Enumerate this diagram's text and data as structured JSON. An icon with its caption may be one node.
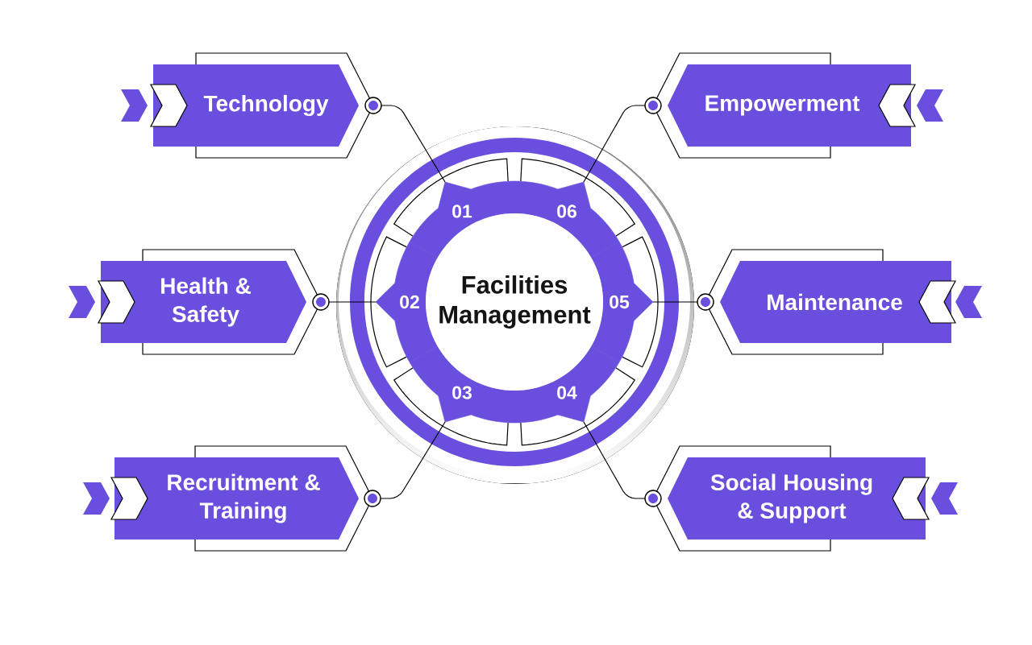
{
  "diagram": {
    "nodes": [
      {
        "text": [
          "Facilities Management"
        ]
      },
      {
        "text": [
          "01"
        ]
      },
      {
        "text": [
          "02"
        ]
      },
      {
        "text": [
          "03"
        ]
      },
      {
        "text": [
          "04"
        ]
      },
      {
        "text": [
          "05"
        ]
      },
      {
        "text": [
          "06"
        ]
      },
      {
        "text": [
          "Technology"
        ]
      },
      {
        "text": [
          "Health & Safety"
        ]
      },
      {
        "text": [
          "Recruitment & Training"
        ]
      },
      {
        "text": [
          "Social Housing & Support"
        ]
      },
      {
        "text": [
          "Maintenance"
        ]
      },
      {
        "text": [
          "Empowerment"
        ]
      }
    ],
    "edges": [
      {
        "from": 7,
        "to": 1,
        "arrow": "none"
      },
      {
        "from": 8,
        "to": 2,
        "arrow": "none"
      },
      {
        "from": 9,
        "to": 3,
        "arrow": "none"
      },
      {
        "from": 10,
        "to": 4,
        "arrow": "none"
      },
      {
        "from": 11,
        "to": 5,
        "arrow": "none"
      },
      {
        "from": 12,
        "to": 6,
        "arrow": "none"
      }
    ]
  }
}
